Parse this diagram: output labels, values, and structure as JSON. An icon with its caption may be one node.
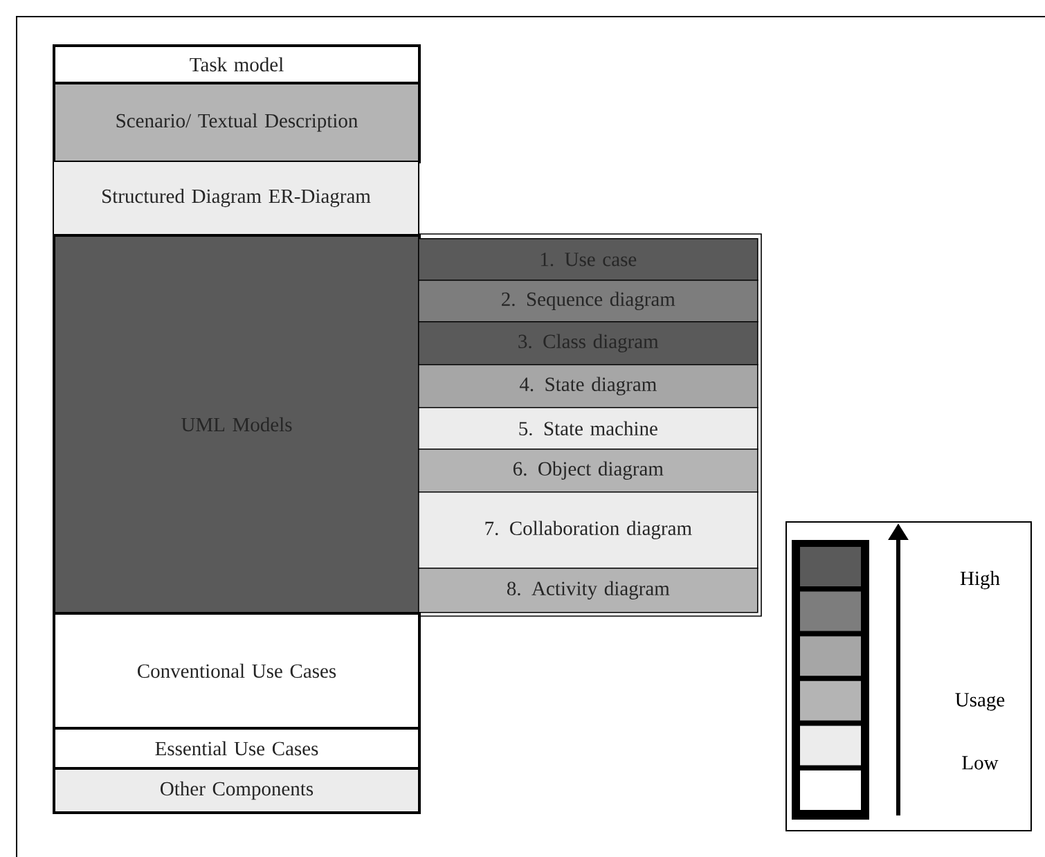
{
  "diagram": {
    "nodes": [
      {
        "text": [
          "Task model"
        ]
      },
      {
        "text": [
          "Scenario/ Textual Description"
        ]
      },
      {
        "text": [
          "Structured Diagram ER-Diagram"
        ]
      },
      {
        "text": [
          "UML Models"
        ]
      },
      {
        "text": [
          "1. Use case"
        ]
      },
      {
        "text": [
          "2. Sequence diagram"
        ]
      },
      {
        "text": [
          "3. Class diagram"
        ]
      },
      {
        "text": [
          "4. State diagram"
        ]
      },
      {
        "text": [
          "5. State machine"
        ]
      },
      {
        "text": [
          "6. Object diagram"
        ]
      },
      {
        "text": [
          "7. Collaboration diagram"
        ]
      },
      {
        "text": [
          "8. Activity diagram"
        ]
      },
      {
        "text": [
          "Conventional Use Cases"
        ]
      },
      {
        "text": [
          "Essential Use Cases"
        ]
      },
      {
        "text": [
          "Other Components"
        ]
      }
    ],
    "labels": [
      "High",
      "Usage",
      "Low"
    ]
  }
}
